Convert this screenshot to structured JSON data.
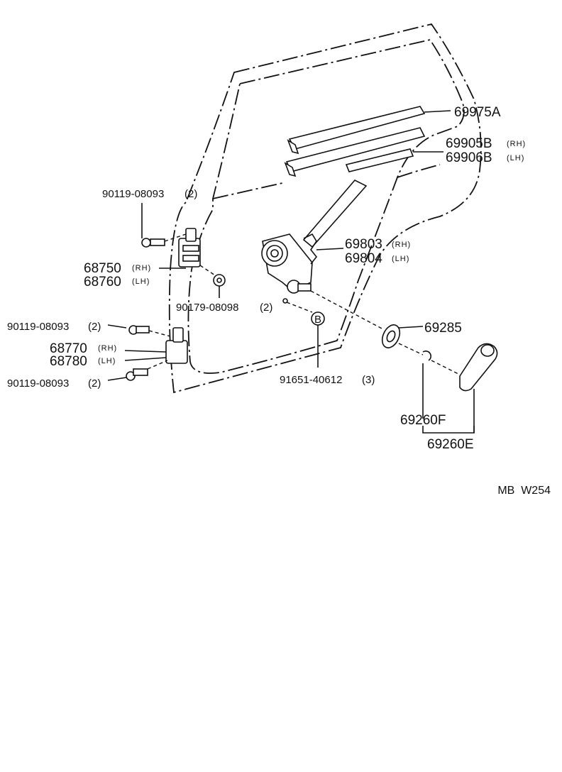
{
  "parts": {
    "run_channel_front": {
      "number": "69975A"
    },
    "run_channel_lower": {
      "rh": "69905B",
      "lh": "69906B",
      "rh_tag": "(RH)",
      "lh_tag": "(LH)"
    },
    "regulator": {
      "rh": "69803",
      "lh": "69804",
      "rh_tag": "(RH)",
      "lh_tag": "(LH)"
    },
    "bolt_upper_hinge": {
      "number": "90119-08093",
      "qty": "(2)"
    },
    "upper_hinge": {
      "rh": "68750",
      "lh": "68760",
      "rh_tag": "(RH)",
      "lh_tag": "(LH)"
    },
    "hinge_nut": {
      "number": "90179-08098",
      "qty": "(2)"
    },
    "bolt_lower_hinge_top": {
      "number": "90119-08093",
      "qty": "(2)"
    },
    "lower_hinge": {
      "rh": "68770",
      "lh": "68780",
      "rh_tag": "(RH)",
      "lh_tag": "(LH)"
    },
    "bolt_lower_hinge_bottom": {
      "number": "90119-08093",
      "qty": "(2)"
    },
    "regulator_bolt": {
      "number": "91651-40612",
      "qty": "(3)",
      "marker": "B"
    },
    "escutcheon": {
      "number": "69285"
    },
    "snap_ring": {
      "number": "69260F"
    },
    "handle": {
      "number": "69260E"
    }
  },
  "footer": {
    "code": "MB  W254"
  }
}
